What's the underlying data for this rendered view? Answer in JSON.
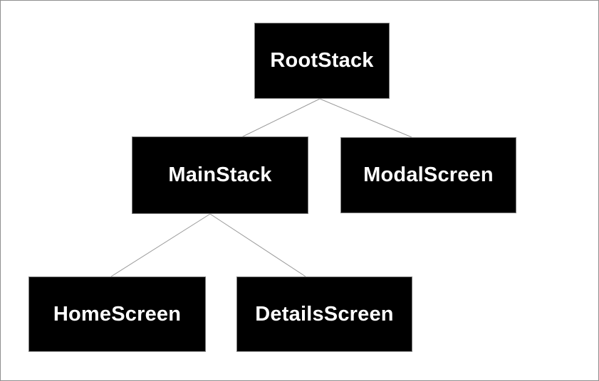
{
  "diagram": {
    "type": "tree",
    "description": "Navigation stack hierarchy diagram",
    "colors": {
      "background": "#ffffff",
      "frame_border": "#8f8f8f",
      "node_fill": "#000000",
      "node_border": "#7d7d7d",
      "node_text": "#ffffff",
      "edge": "#9a9a9a"
    },
    "nodes": [
      {
        "id": "RootStack",
        "label": "RootStack"
      },
      {
        "id": "MainStack",
        "label": "MainStack"
      },
      {
        "id": "ModalScreen",
        "label": "ModalScreen"
      },
      {
        "id": "HomeScreen",
        "label": "HomeScreen"
      },
      {
        "id": "DetailsScreen",
        "label": "DetailsScreen"
      }
    ],
    "edges": [
      {
        "from": "RootStack",
        "to": "MainStack"
      },
      {
        "from": "RootStack",
        "to": "ModalScreen"
      },
      {
        "from": "MainStack",
        "to": "HomeScreen"
      },
      {
        "from": "MainStack",
        "to": "DetailsScreen"
      }
    ]
  }
}
